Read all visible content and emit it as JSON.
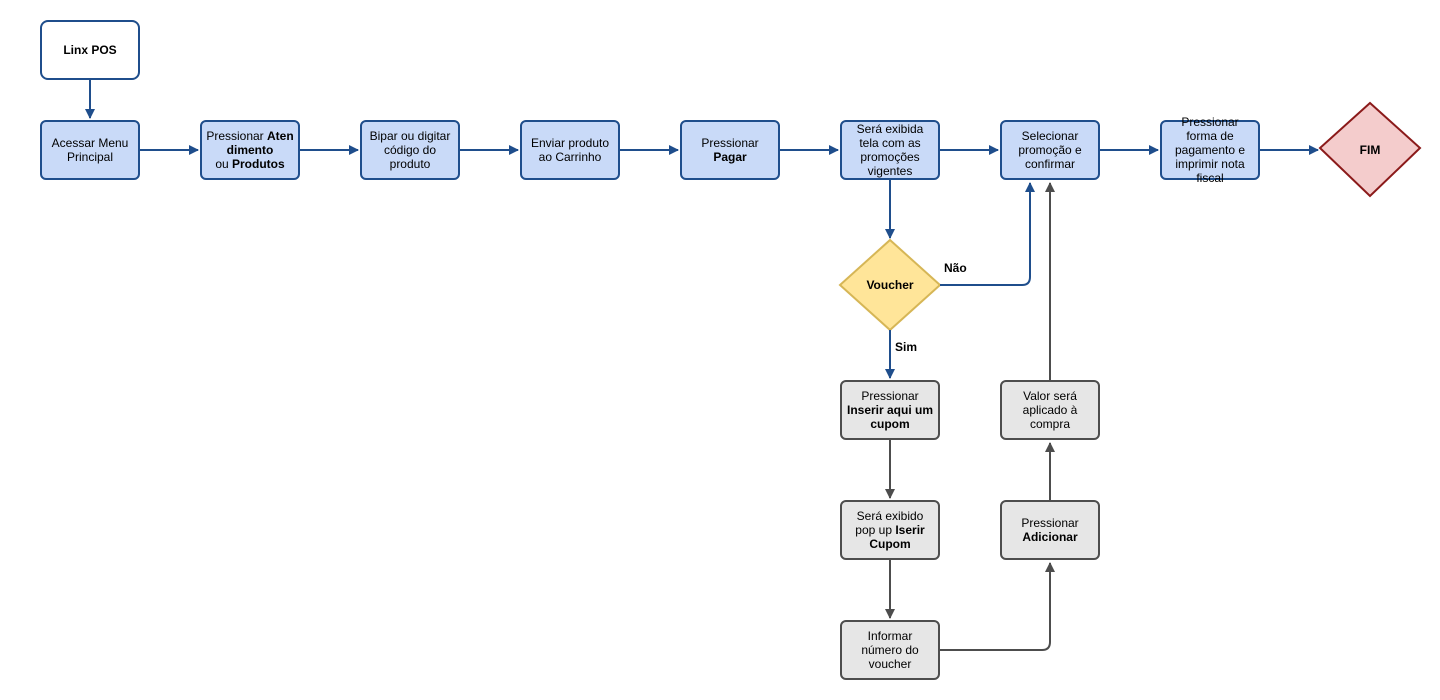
{
  "nodes": {
    "start": "Linx POS",
    "menu": "Acessar Menu Principal",
    "atendimento": {
      "t1": "Pressionar ",
      "b1": "Aten",
      "b2": "dimento",
      "t2": "ou ",
      "b3": "Produtos"
    },
    "bipar": "Bipar ou digitar código do produto",
    "enviar": "Enviar produto ao Carrinho",
    "pagar": {
      "t1": "Pressionar",
      "b1": "Pagar"
    },
    "promocoes": "Será exibida tela com as promoções vigentes",
    "selecionar": "Selecionar promoção e confirmar",
    "forma_pagamento": "Pressionar forma de pagamento e imprimir nota fiscal",
    "fim": "FIM",
    "voucher": "Voucher",
    "inserir": {
      "t1": "Pressionar",
      "b1": "Inserir aqui um cupom"
    },
    "popup": {
      "t1": "Será exibido pop up ",
      "b1": "Iserir Cupom"
    },
    "informar": "Informar número do voucher",
    "adicionar": {
      "t1": "Pressionar",
      "b1": "Adicionar"
    },
    "valor": "Valor será aplicado à compra"
  },
  "edges": {
    "nao": "Não",
    "sim": "Sim"
  },
  "colors": {
    "blue_fill": "#c9daf8",
    "blue_stroke": "#1f4e8c",
    "gray_fill": "#e6e6e6",
    "gray_stroke": "#4d4d4d",
    "decision_fill": "#ffe599",
    "decision_stroke": "#d6b656",
    "end_fill": "#f4cccc",
    "end_stroke": "#8b1a1a"
  }
}
